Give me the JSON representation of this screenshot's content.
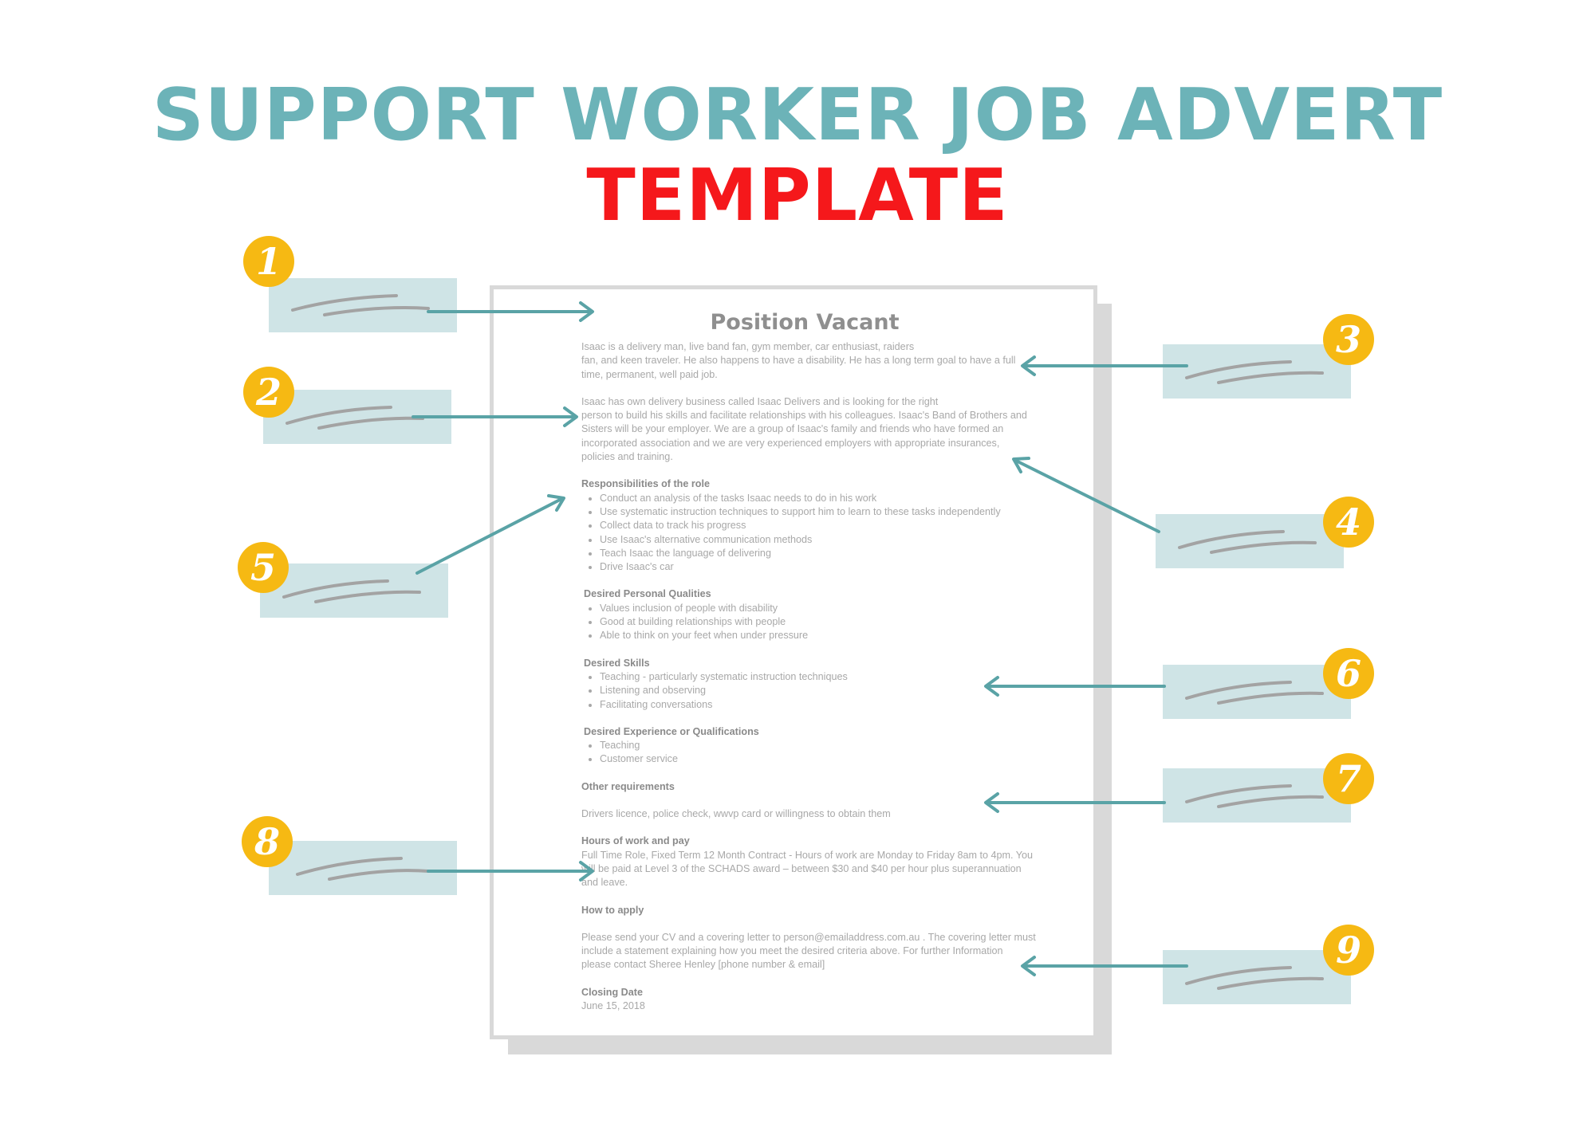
{
  "header": {
    "title_line1": "SUPPORT WORKER JOB ADVERT",
    "title_line2": "TEMPLATE"
  },
  "document": {
    "heading": "Position Vacant",
    "intro_1": "Isaac is a delivery man, live band fan, gym member, car enthusiast, raiders\nfan, and keen traveler. He also happens to have a disability.  He has a long term goal to have a full\ntime, permanent, well paid job.",
    "intro_2": "Isaac has own delivery business called Isaac Delivers and is looking for the right\nperson to build his skills and facilitate relationships with his colleagues.  Isaac's Band of Brothers and\nSisters will be your employer. We are a group of Isaac's family and friends who have formed an\nincorporated association and we are very experienced employers with appropriate insurances,\npolicies and training.",
    "responsibilities": {
      "title": "Responsibilities of the role",
      "items": [
        "Conduct an analysis of the tasks Isaac needs to do in his work",
        "Use systematic instruction techniques to support him to learn to these tasks independently",
        "Collect data to track his progress",
        "Use Isaac's alternative communication methods",
        "Teach Isaac the language of delivering",
        "Drive Isaac's car"
      ]
    },
    "qualities": {
      "title": "Desired Personal Qualities",
      "items": [
        "Values inclusion of people with disability",
        "Good at building relationships with people",
        "Able to think on your feet when under pressure"
      ]
    },
    "skills": {
      "title": "Desired Skills",
      "items": [
        "Teaching - particularly systematic instruction techniques",
        "Listening and observing",
        "Facilitating conversations"
      ]
    },
    "experience": {
      "title": "Desired Experience or Qualifications",
      "items": [
        "Teaching",
        "Customer service"
      ]
    },
    "other": {
      "title": "Other requirements",
      "text": "Drivers licence, police check, wwvp card or willingness to obtain them"
    },
    "hours": {
      "title": "Hours of work and pay",
      "text": "Full Time Role, Fixed Term 12 Month Contract - Hours of work are Monday to Friday 8am to 4pm. You\nwill be paid at Level 3 of the SCHADS award – between $30 and $40 per hour plus superannuation\nand leave."
    },
    "apply": {
      "title": "How to apply",
      "text": "Please send your CV and a covering letter to person@emailaddress.com.au . The covering letter must\ninclude a statement explaining how you meet the desired criteria above. For further Information\nplease contact Sheree Henley  [phone number & email]"
    },
    "closing": {
      "title": "Closing Date",
      "date": "June 15, 2018"
    }
  },
  "badges": [
    "1",
    "2",
    "3",
    "4",
    "5",
    "6",
    "7",
    "8",
    "9"
  ],
  "colors": {
    "title_teal": "#6cb3b8",
    "title_red": "#f5181b",
    "badge_yellow": "#f6b913",
    "callout_fill": "#cfe4e6",
    "arrow_teal": "#5aa3a6"
  }
}
